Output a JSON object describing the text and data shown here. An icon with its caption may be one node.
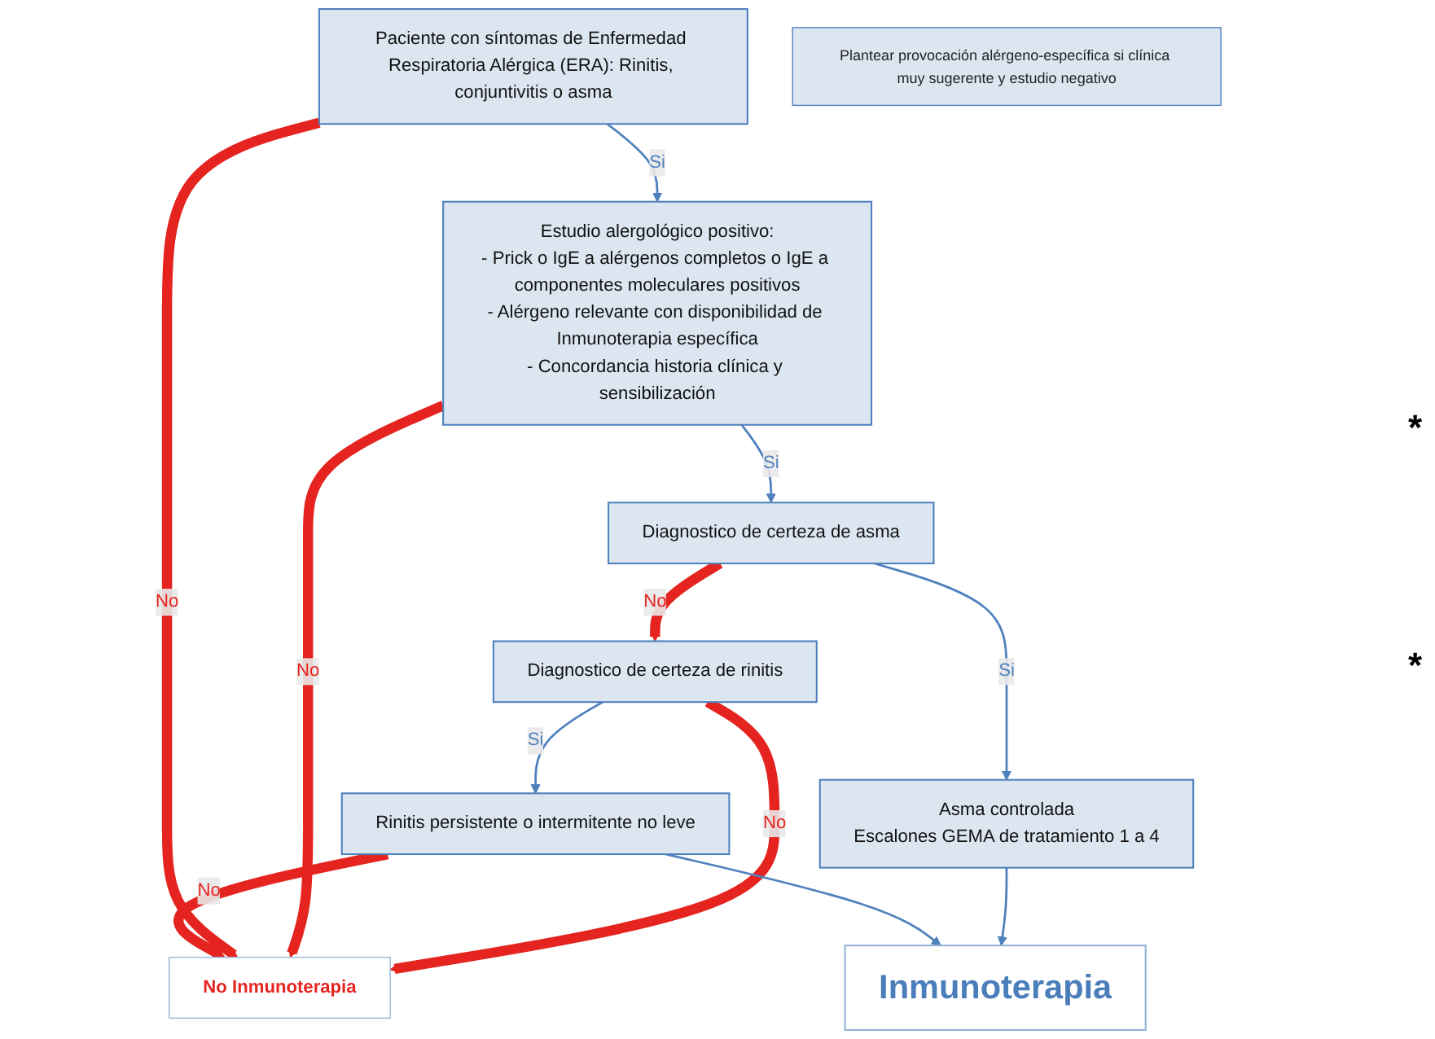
{
  "diagram": {
    "nodes": [
      {
        "text": [
          "Paciente con síntomas de Enfermedad Respiratoria Alérgica (ERA): Rinitis, conjuntivitis o asma"
        ]
      },
      {
        "text": [
          "Estudio alergológico positivo:",
          "- Prick o IgE a alérgenos completos o IgE a componentes moleculares positivos",
          "- Alérgeno relevante con disponibilidad de Inmunoterapia específica",
          "- Concordancia historia clínica y sensibilización"
        ]
      },
      {
        "text": [
          "Diagnostico de certeza de asma"
        ]
      },
      {
        "text": [
          "Diagnostico de certeza de rinitis"
        ]
      },
      {
        "text": [
          "No Inmunoterapia"
        ]
      },
      {
        "text": [
          "Asma controlada",
          "Escalones GEMA de tratamiento 1 a 4"
        ]
      },
      {
        "text": [
          "Rinitis persistente o intermitente no leve"
        ]
      },
      {
        "text": [
          "Inmunoterapia"
        ]
      },
      {
        "text": [
          "Plantear provocación alérgeno-específica si clínica muy sugerente y estudio negativo"
        ]
      }
    ],
    "edges": [
      {
        "from": 0,
        "to": 1,
        "arrow": "to",
        "label": "Si"
      },
      {
        "from": 1,
        "to": 2,
        "arrow": "to",
        "label": "Si"
      },
      {
        "from": 2,
        "to": 3,
        "arrow": "to",
        "label": "No",
        "style": "thick",
        "color": "#e52420"
      },
      {
        "from": 3,
        "to": 4,
        "arrow": "to",
        "label": "No",
        "style": "thick",
        "color": "#e52420"
      },
      {
        "from": 1,
        "to": 4,
        "arrow": "to",
        "label": "No",
        "style": "thick",
        "color": "#e52420"
      },
      {
        "from": 0,
        "to": 4,
        "arrow": "to",
        "label": "No",
        "style": "thick",
        "color": "#e52420"
      },
      {
        "from": 2,
        "to": 5,
        "arrow": "to",
        "label": "Si"
      },
      {
        "from": 3,
        "to": 6,
        "arrow": "to",
        "label": "Si"
      },
      {
        "from": 6,
        "to": 4,
        "arrow": "to",
        "label": "No",
        "style": "thick",
        "color": "#e52420"
      },
      {
        "from": 5,
        "to": 7,
        "arrow": "to"
      },
      {
        "from": 6,
        "to": 7,
        "arrow": "to"
      }
    ],
    "labels": [
      "*",
      "*"
    ]
  }
}
